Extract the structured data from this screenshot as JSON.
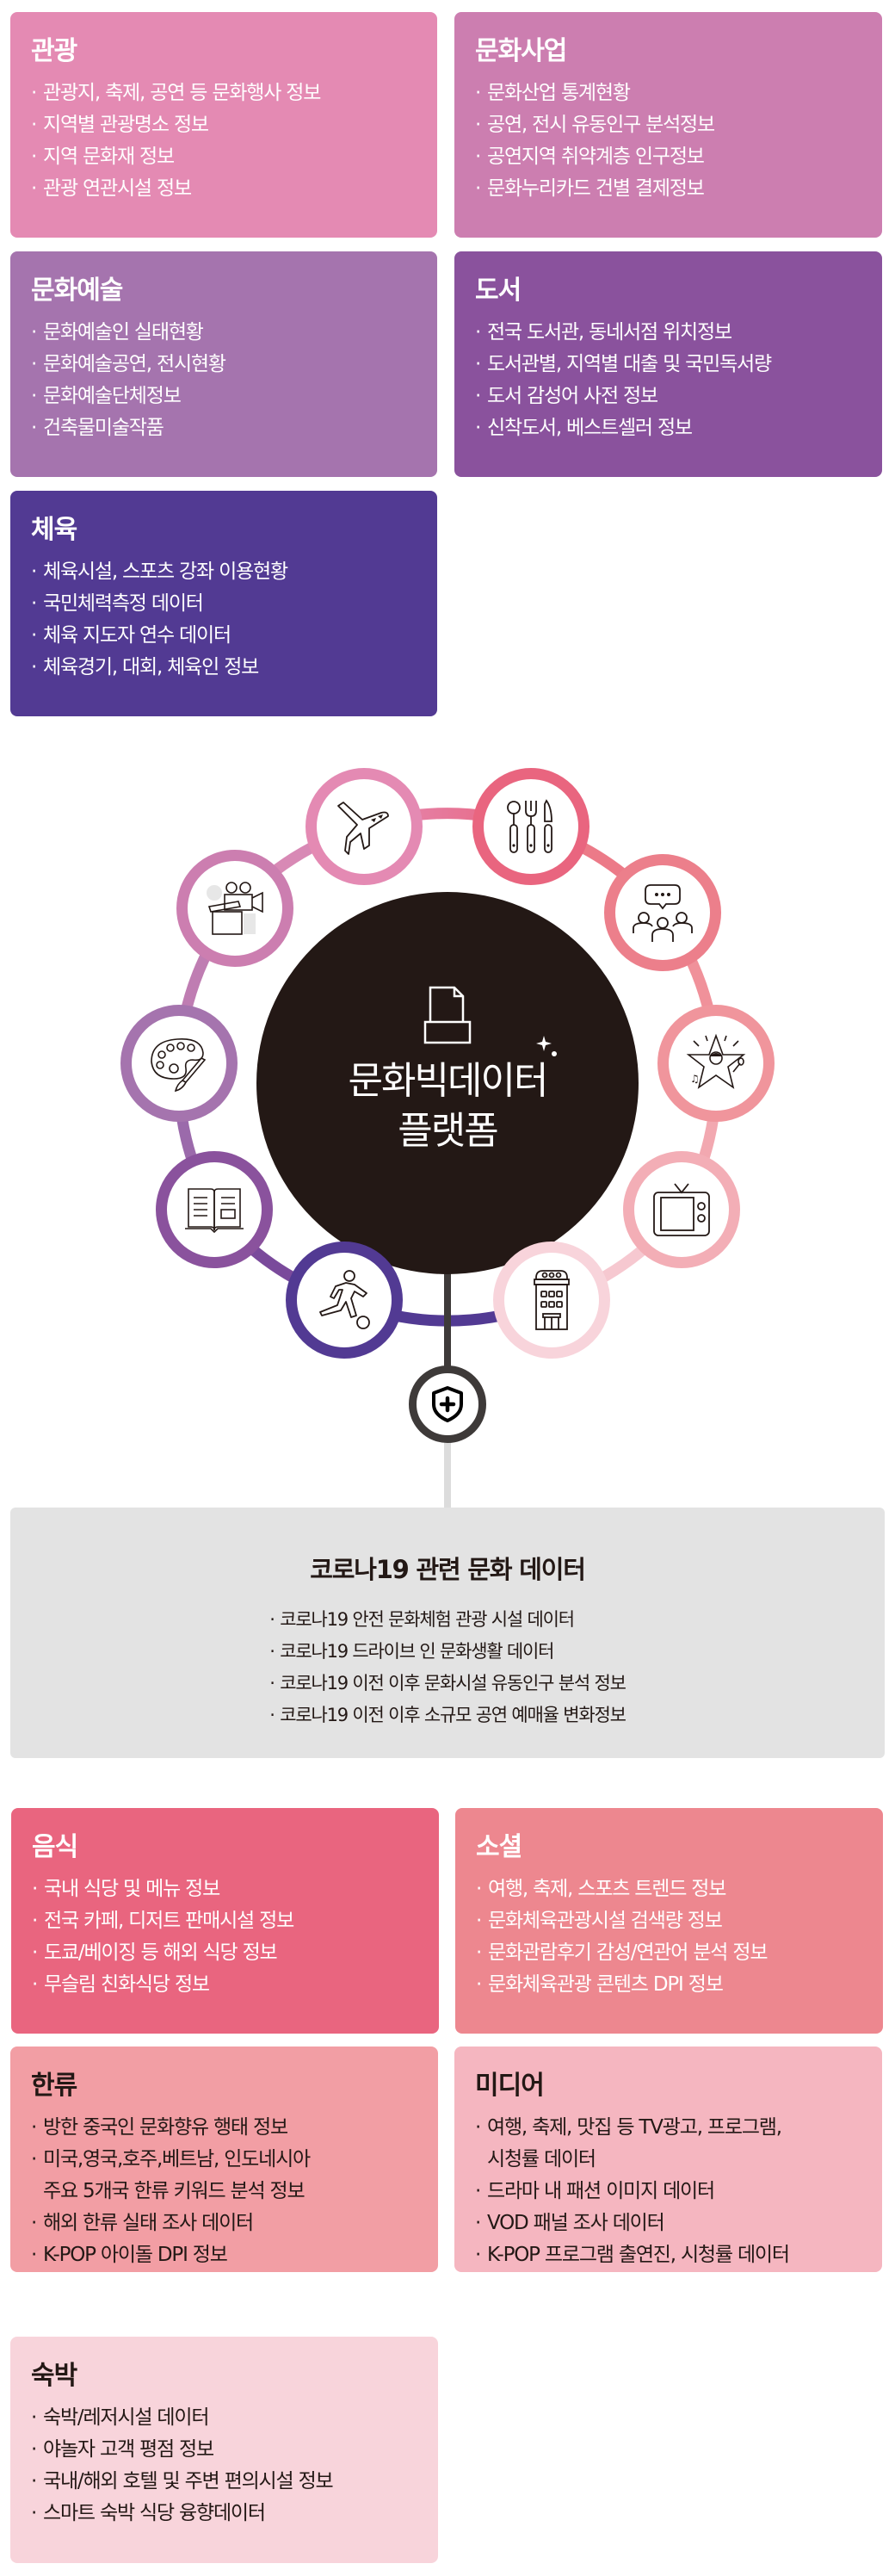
{
  "colors": {
    "tourism": "#e48ab3",
    "culture_industry": "#cc7eb0",
    "culture_art": "#a574ae",
    "books": "#8a529d",
    "sports": "#523a93",
    "food": "#e9657f",
    "social": "#ed878f",
    "hallyu": "#f29ea4",
    "media": "#f5b6c0",
    "lodging": "#f8d4db",
    "hub": "#231815",
    "covid_bg": "#e3e3e3",
    "covid_line": "#3e3a39"
  },
  "top_categories": [
    {
      "title": "관광",
      "items": [
        "관광지, 축제, 공연 등 문화행사 정보",
        "지역별 관광명소 정보",
        "지역 문화재 정보",
        "관광 연관시설 정보"
      ]
    },
    {
      "title": "문화사업",
      "items": [
        "문화산업 통계현황",
        "공연, 전시 유동인구 분석정보",
        "공연지역 취약계층 인구정보",
        "문화누리카드 건별 결제정보"
      ]
    },
    {
      "title": "문화예술",
      "items": [
        "문화예술인 실태현황",
        "문화예술공연, 전시현황",
        "문화예술단체정보",
        "건축물미술작품"
      ]
    },
    {
      "title": "도서",
      "items": [
        "전국 도서관, 동네서점 위치정보",
        "도서관별, 지역별 대출 및 국민독서량",
        "도서 감성어 사전 정보",
        "신착도서, 베스트셀러 정보"
      ]
    },
    {
      "title": "체육",
      "items": [
        "체육시설, 스포츠 강좌 이용현황",
        "국민체력측정 데이터",
        "체육 지도자 연수 데이터",
        "체육경기, 대회, 체육인 정보"
      ]
    }
  ],
  "hub": {
    "title_line1": "문화빅데이터",
    "title_line2": "플랫폼",
    "icon": "document-server-icon"
  },
  "nodes": [
    {
      "icon": "airplane-icon",
      "category": "관광"
    },
    {
      "icon": "utensils-icon",
      "category": "음식"
    },
    {
      "icon": "people-chat-icon",
      "category": "소셜"
    },
    {
      "icon": "star-singer-icon",
      "category": "한류"
    },
    {
      "icon": "television-icon",
      "category": "미디어"
    },
    {
      "icon": "hotel-icon",
      "category": "숙박"
    },
    {
      "icon": "soccer-runner-icon",
      "category": "체육"
    },
    {
      "icon": "open-book-icon",
      "category": "도서"
    },
    {
      "icon": "palette-icon",
      "category": "문화예술"
    },
    {
      "icon": "film-camera-icon",
      "category": "문화사업"
    }
  ],
  "covid": {
    "icon": "shield-plus-icon",
    "title": "코로나19 관련 문화 데이터",
    "items": [
      "코로나19 안전 문화체험 관광 시설 데이터",
      "코로나19 드라이브 인 문화생활 데이터",
      "코로나19 이전 이후 문화시설 유동인구 분석 정보",
      "코로나19  이전 이후 소규모 공연 예매율 변화정보"
    ]
  },
  "bottom_categories": [
    {
      "title": "음식",
      "items": [
        "국내 식당 및 메뉴 정보",
        "전국 카페, 디저트 판매시설 정보",
        "도쿄/베이징 등 해외 식당 정보",
        "무슬림 친화식당 정보"
      ]
    },
    {
      "title": "소셜",
      "items": [
        "여행, 축제, 스포츠 트렌드 정보",
        "문화체육관광시설 검색량 정보",
        "문화관람후기 감성/연관어 분석 정보",
        "문화체육관광 콘텐츠 DPI 정보"
      ]
    },
    {
      "title": "한류",
      "items": [
        "방한 중국인 문화향유 행태 정보",
        "미국,영국,호주,베트남, 인도네시아\n주요 5개국 한류 키워드 분석 정보",
        "해외 한류 실태 조사 데이터",
        "K-POP 아이돌 DPI 정보"
      ]
    },
    {
      "title": "미디어",
      "items": [
        "여행, 축제, 맛집 등 TV광고, 프로그램,\n시청률 데이터",
        "드라마 내 패션 이미지 데이터",
        "VOD 패널 조사 데이터",
        "K-POP 프로그램 출연진, 시청률 데이터"
      ]
    },
    {
      "title": "숙박",
      "items": [
        "숙박/레저시설 데이터",
        "야놀자 고객 평점 정보",
        "국내/해외 호텔 및 주변 편의시설 정보",
        "스마트 숙박 식당 융향데이터"
      ]
    }
  ]
}
